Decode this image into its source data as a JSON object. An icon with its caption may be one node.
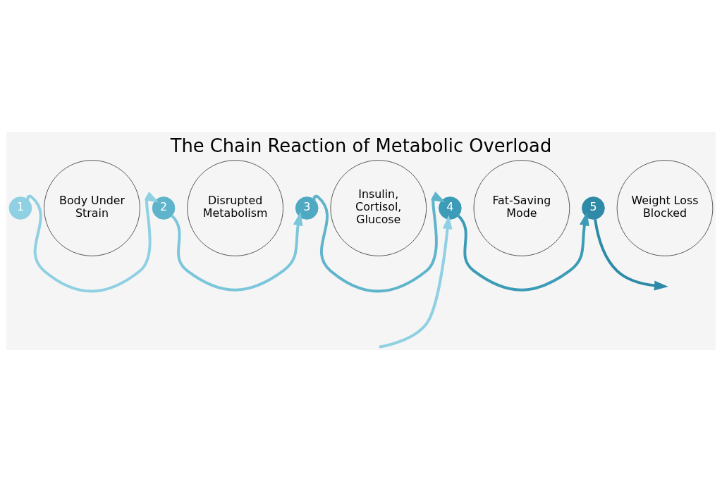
{
  "diagram": {
    "title": "The Chain Reaction of Metabolic Overload",
    "nodes": [
      {
        "text": [
          "1"
        ]
      },
      {
        "text": [
          "Body Under Strain"
        ]
      },
      {
        "text": [
          "2"
        ]
      },
      {
        "text": [
          "Disrupted Metabolism"
        ]
      },
      {
        "text": [
          "3"
        ]
      },
      {
        "text": [
          "Insulin, Cortisol, Glucose"
        ]
      },
      {
        "text": [
          "4"
        ]
      },
      {
        "text": [
          "Fat-Saving Mode"
        ]
      },
      {
        "text": [
          "5"
        ]
      },
      {
        "text": [
          "Weight Loss Blocked"
        ]
      }
    ],
    "edges": [
      {
        "from": 0,
        "to": 2,
        "arrow": "to",
        "color": "#8fd0e2"
      },
      {
        "from": 2,
        "to": 4,
        "arrow": "to",
        "color": "#7cc6dc"
      },
      {
        "from": 4,
        "to": 6,
        "arrow": "to",
        "color": "#5fb4cc"
      },
      {
        "from": null,
        "to": 6,
        "arrow": "to",
        "color": "#8fd0e2"
      },
      {
        "from": 6,
        "to": 8,
        "arrow": "to",
        "color": "#3c9bb6"
      },
      {
        "from": 8,
        "to": null,
        "arrow": "to",
        "color": "#2f8aa7"
      }
    ]
  }
}
